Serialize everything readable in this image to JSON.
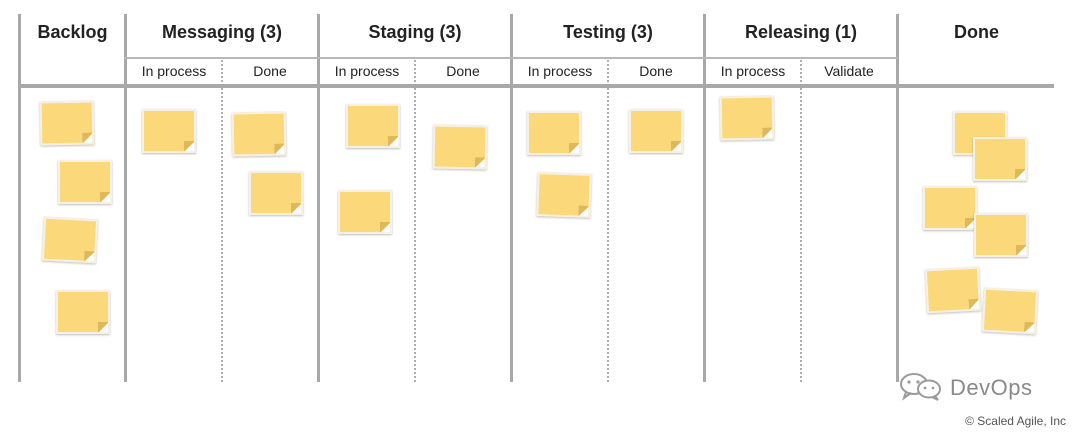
{
  "columns": [
    {
      "title": "Backlog"
    },
    {
      "title": "Messaging (3)",
      "sub": [
        "In process",
        "Done"
      ]
    },
    {
      "title": "Staging (3)",
      "sub": [
        "In process",
        "Done"
      ]
    },
    {
      "title": "Testing (3)",
      "sub": [
        "In process",
        "Done"
      ]
    },
    {
      "title": "Releasing (1)",
      "sub": [
        "In process",
        "Validate"
      ]
    },
    {
      "title": "Done"
    }
  ],
  "watermark": {
    "text": "DevOps",
    "icon": "wechat-icon"
  },
  "copyright": "© Scaled Agile, Inc",
  "colors": {
    "note": "#fbd87a",
    "line": "#a8a8a8"
  }
}
